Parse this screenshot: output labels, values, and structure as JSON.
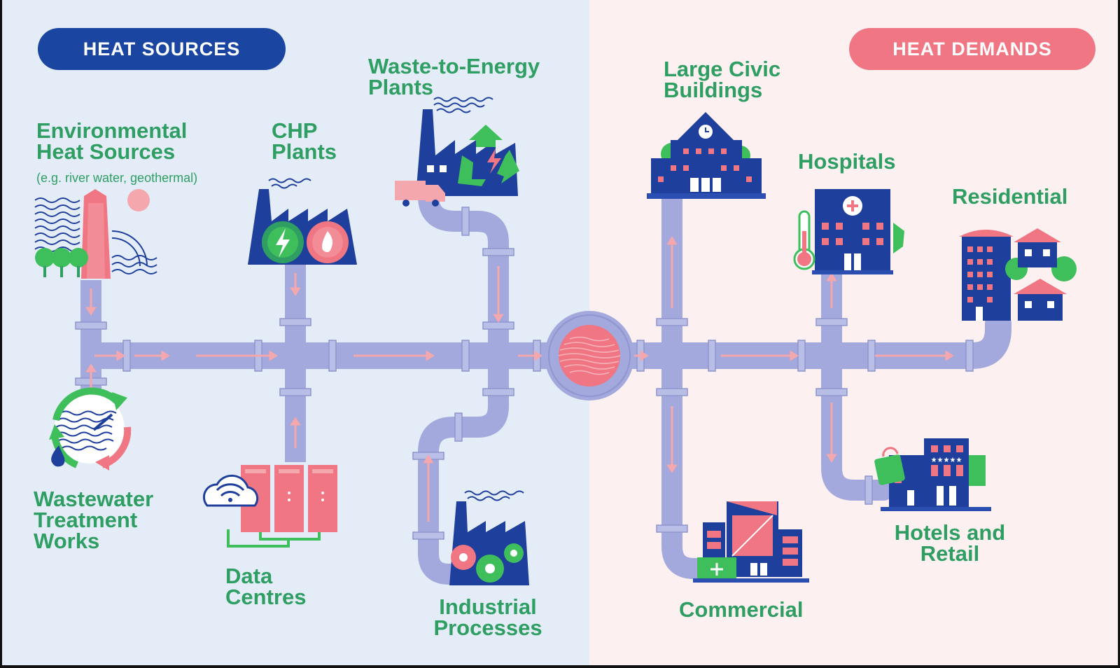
{
  "sources_heading": "HEAT SOURCES",
  "demands_heading": "HEAT DEMANDS",
  "sources": {
    "environmental": {
      "line1": "Environmental",
      "line2": "Heat Sources",
      "note": "(e.g. river water, geothermal)"
    },
    "chp": {
      "line1": "CHP",
      "line2": "Plants"
    },
    "waste_to_energy": {
      "line1": "Waste-to-Energy",
      "line2": "Plants"
    },
    "wastewater": {
      "line1": "Wastewater",
      "line2": "Treatment",
      "line3": "Works"
    },
    "data_centres": {
      "line1": "Data",
      "line2": "Centres"
    },
    "industrial": {
      "line1": "Industrial",
      "line2": "Processes"
    }
  },
  "demands": {
    "civic": {
      "line1": "Large Civic",
      "line2": "Buildings"
    },
    "hospitals": {
      "line1": "Hospitals"
    },
    "residential": {
      "line1": "Residential"
    },
    "commercial": {
      "line1": "Commercial"
    },
    "hotels": {
      "line1": "Hotels and",
      "line2": "Retail"
    }
  },
  "colors": {
    "source_panel": "#e4ecf8",
    "demand_panel": "#fcf0f1",
    "pipe": "#a3a9dc",
    "flow_arrow": "#f4a8ad",
    "label_green": "#2f9e63",
    "navy": "#1f3f9c",
    "pink": "#ef7682"
  },
  "icons": [
    "river-waves-icon",
    "factory-icon",
    "recycle-icon",
    "truck-icon",
    "gear-icon",
    "lightning-icon",
    "flame-icon",
    "wastewater-cycle-icon",
    "cloud-wifi-icon",
    "server-rack-icon",
    "civic-building-icon",
    "clock-icon",
    "hospital-icon",
    "thermometer-icon",
    "medical-cross-icon",
    "apartment-icon",
    "house-icon",
    "tree-icon",
    "office-tower-icon",
    "hotel-icon",
    "shopping-bag-icon",
    "energy-centre-icon"
  ]
}
